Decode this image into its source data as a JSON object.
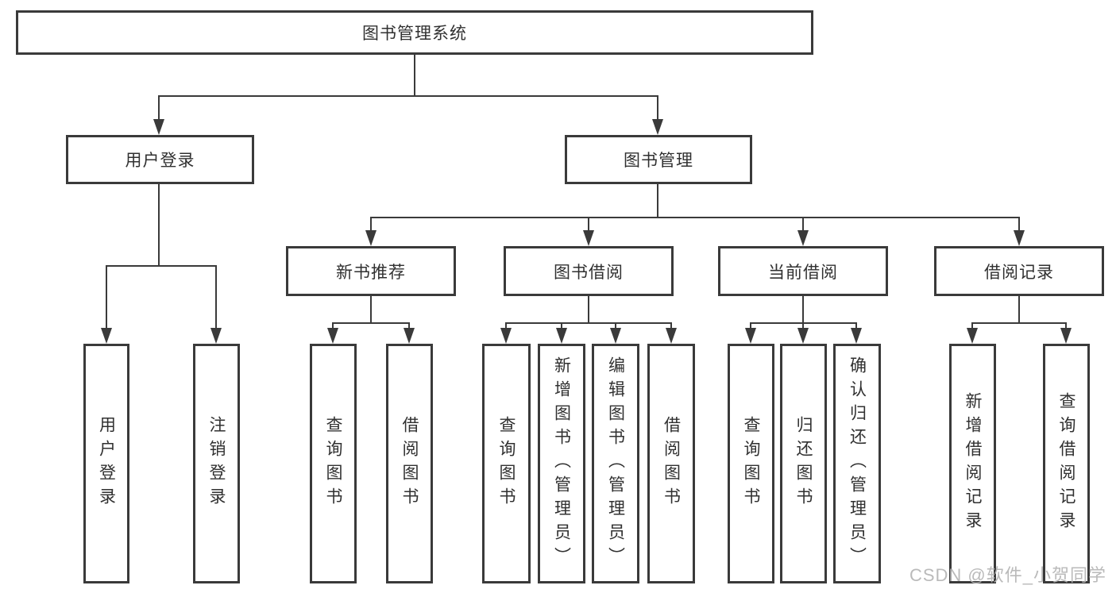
{
  "diagram_type": "hierarchy-tree",
  "colors": {
    "line": "#3a3a3a",
    "text": "#303030",
    "bg": "#ffffff",
    "watermark": "#b3b3b3"
  },
  "tree": {
    "label": "图书管理系统",
    "children": [
      {
        "label": "用户登录",
        "children": [
          {
            "label": "用户登录"
          },
          {
            "label": "注销登录"
          }
        ]
      },
      {
        "label": "图书管理",
        "children": [
          {
            "label": "新书推荐",
            "children": [
              {
                "label": "查询图书"
              },
              {
                "label": "借阅图书"
              }
            ]
          },
          {
            "label": "图书借阅",
            "children": [
              {
                "label": "查询图书"
              },
              {
                "label": "新增图书（管理员）"
              },
              {
                "label": "编辑图书（管理员）"
              },
              {
                "label": "借阅图书"
              }
            ]
          },
          {
            "label": "当前借阅",
            "children": [
              {
                "label": "查询图书"
              },
              {
                "label": "归还图书"
              },
              {
                "label": "确认归还（管理员）"
              }
            ]
          },
          {
            "label": "借阅记录",
            "children": [
              {
                "label": "新增借阅记录"
              },
              {
                "label": "查询借阅记录"
              }
            ]
          }
        ]
      }
    ]
  },
  "watermark": {
    "text": "CSDN @软件_小贺同学"
  }
}
